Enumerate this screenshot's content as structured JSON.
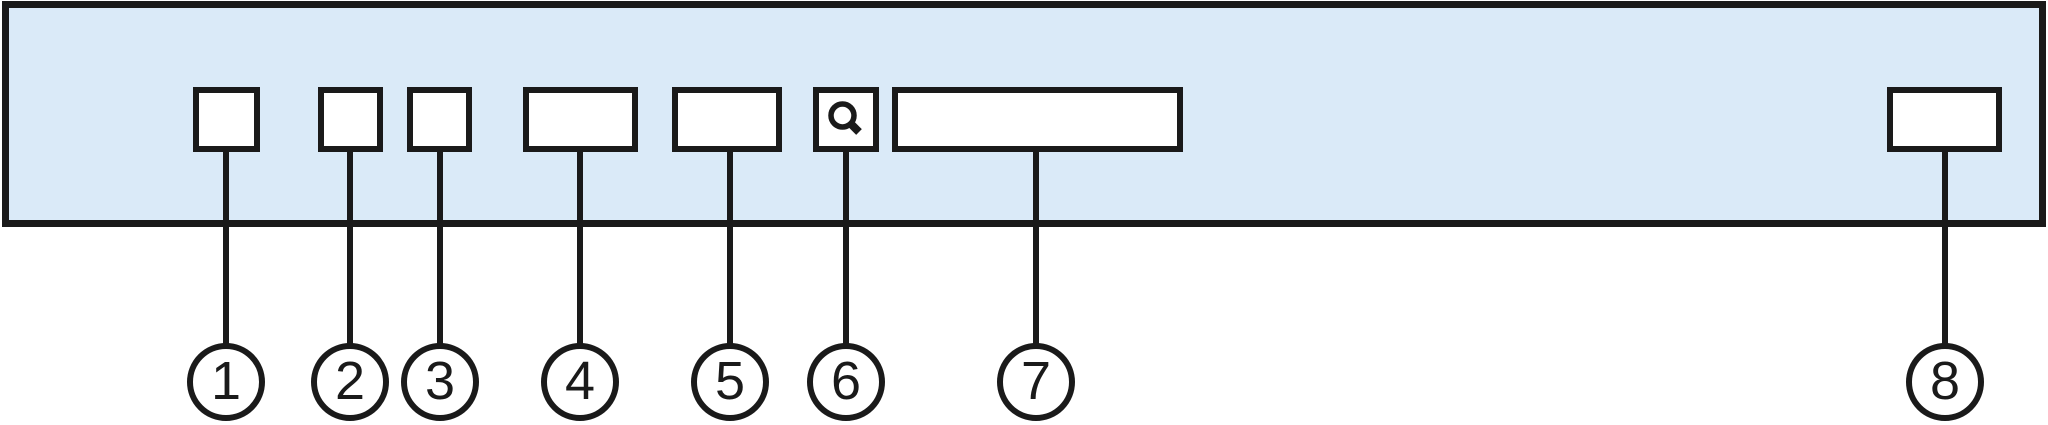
{
  "figure": {
    "type": "toolbar-callout-diagram",
    "colors": {
      "bar_fill": "#daeaf8",
      "outline": "#1a1a1a",
      "slot_fill": "#ffffff",
      "background": "#ffffff"
    },
    "toolbar": {
      "slots": [
        {
          "callout": "1",
          "shape": "small-square"
        },
        {
          "callout": "2",
          "shape": "small-square"
        },
        {
          "callout": "3",
          "shape": "small-square"
        },
        {
          "callout": "4",
          "shape": "wide-button"
        },
        {
          "callout": "5",
          "shape": "wide-button"
        },
        {
          "callout": "6",
          "shape": "small-square",
          "icon": "search-icon"
        },
        {
          "callout": "7",
          "shape": "long-field"
        },
        {
          "callout": "8",
          "shape": "wide-button"
        }
      ]
    },
    "callout_labels": [
      "1",
      "2",
      "3",
      "4",
      "5",
      "6",
      "7",
      "8"
    ]
  }
}
